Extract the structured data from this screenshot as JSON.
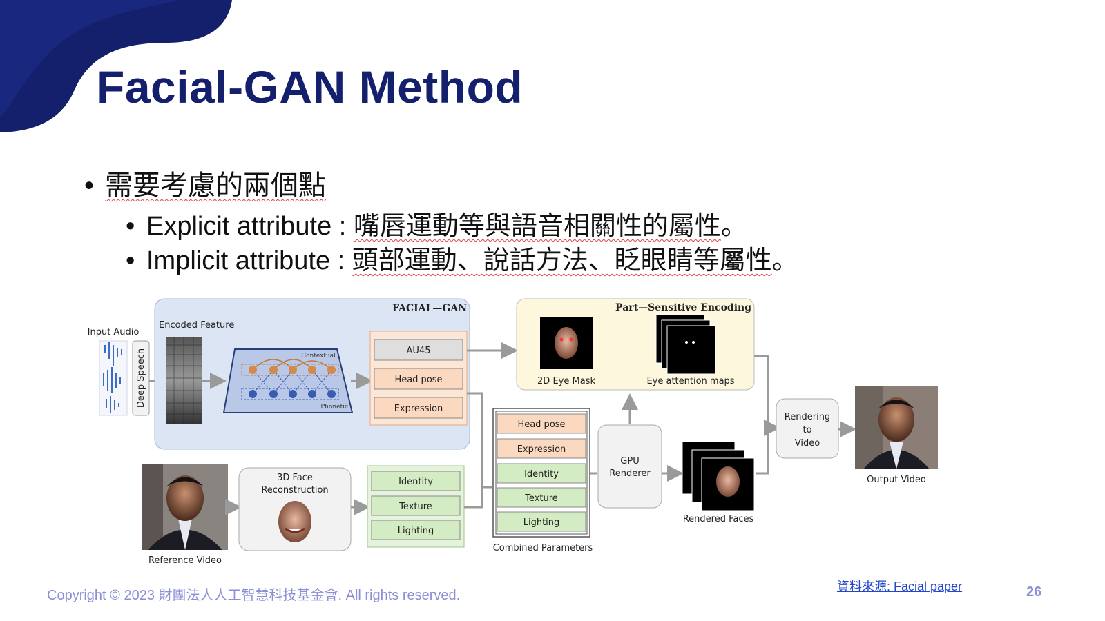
{
  "slide": {
    "title": "Facial-GAN Method",
    "bullet_main": "需要考慮的兩個點",
    "bullet_sub1_term": "Explicit attribute : ",
    "bullet_sub1_desc": "嘴唇運動等與語音相關性的屬性",
    "bullet_sub1_end": "。",
    "bullet_sub2_term": "Implicit attribute : ",
    "bullet_sub2_desc": "頭部運動、說話方法、眨眼睛等屬性",
    "bullet_sub2_end": "。",
    "footer": "Copyright © 2023 財團法人人工智慧科技基金會. All rights reserved.",
    "source_link": "資料來源: Facial paper",
    "page_number": "26"
  },
  "diagram": {
    "input_audio": "Input Audio",
    "deep_speech": "Deep Speech",
    "encoded_feature": "Encoded Feature",
    "facial_gan": "FACIAL—GAN",
    "contextual": "Contextual",
    "phonetic": "Phonetic",
    "au45": "AU45",
    "head_pose": "Head pose",
    "expression": "Expression",
    "part_sensitive": "Part—Sensitive Encoding",
    "eye_mask": "2D Eye Mask",
    "eye_attention": "Eye attention maps",
    "combined_head_pose": "Head pose",
    "combined_expression": "Expression",
    "combined_identity": "Identity",
    "combined_texture": "Texture",
    "combined_lighting": "Lighting",
    "combined_parameters": "Combined Parameters",
    "gpu_line1": "GPU",
    "gpu_line2": "Renderer",
    "rendered_faces": "Rendered Faces",
    "rendering_line1": "Rendering",
    "rendering_line2": "to",
    "rendering_line3": "Video",
    "output_video": "Output Video",
    "recon_line1": "3D Face",
    "recon_line2": "Reconstruction",
    "identity": "Identity",
    "texture": "Texture",
    "lighting": "Lighting",
    "reference_video": "Reference Video"
  },
  "colors": {
    "title": "#14206b",
    "blob": "#14206b",
    "facial_gan_bg": "#dbe5f3",
    "orange_param": "#fbd8c0",
    "green_param": "#d4ecc4",
    "part_sensitive_bg": "#fdf7de",
    "footer_text": "#8b8fd6"
  }
}
